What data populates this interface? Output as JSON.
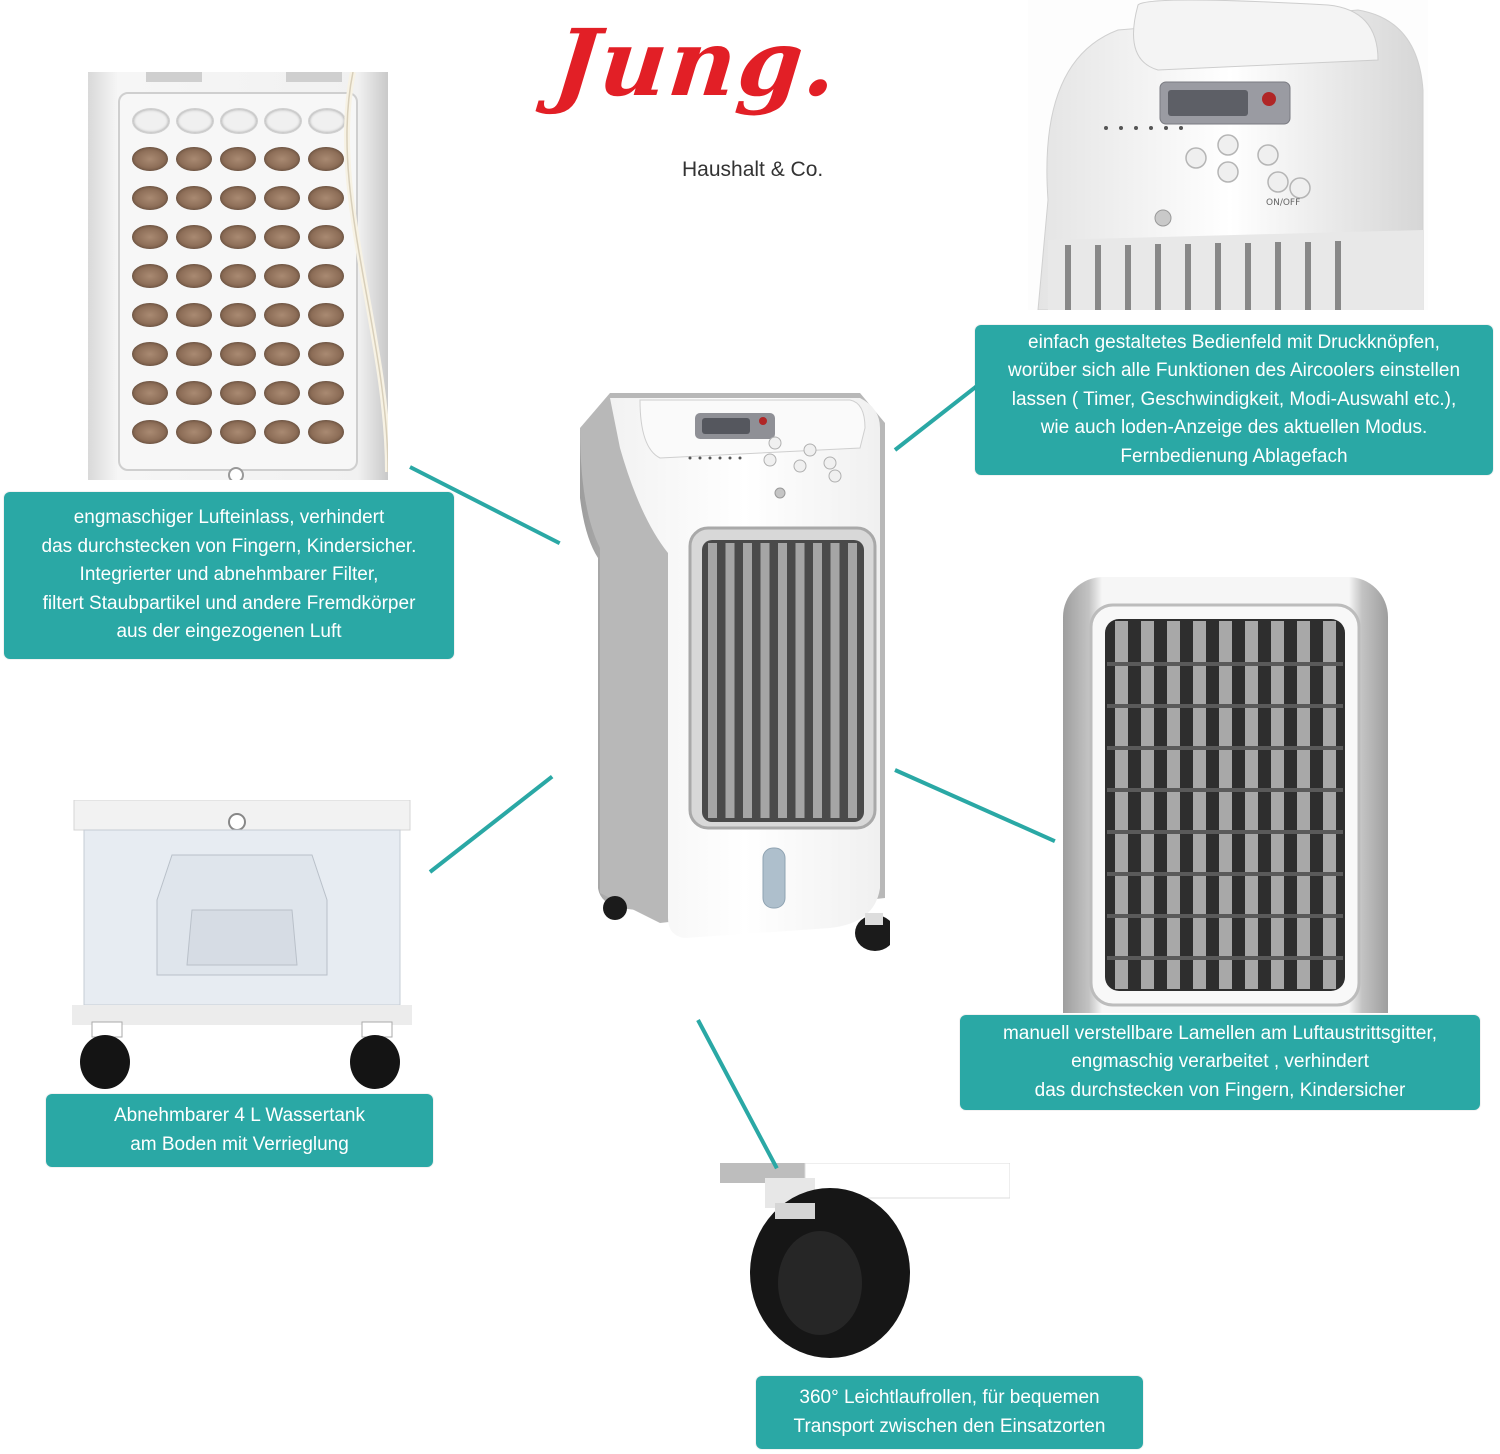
{
  "brand": {
    "logo_text": "Jung.",
    "tagline": "Haushalt & Co.",
    "logo_color": "#e21f26"
  },
  "accent_color": "#2aa8a5",
  "captions": {
    "filter": [
      "engmaschiger Lufteinlass, verhindert",
      "das durchstecken von Fingern, Kindersicher.",
      "Integrierter und abnehmbarer Filter,",
      "filtert Staubpartikel und andere Fremdkörper",
      "aus der eingezogenen Luft"
    ],
    "control": [
      "einfach gestaltetes Bedienfeld mit Druckknöpfen,",
      "worüber sich alle Funktionen des Aircoolers einstellen",
      "lassen ( Timer, Geschwindigkeit, Modi-Auswahl etc.),",
      "wie auch loden-Anzeige des aktuellen Modus.",
      "Fernbedienung Ablagefach"
    ],
    "louvers": [
      "manuell verstellbare Lamellen am Luftaustrittsgitter,",
      "engmaschig verarbeitet , verhindert",
      "das durchstecken von Fingern, Kindersicher"
    ],
    "tank": [
      "Abnehmbarer 4 L Wassertank",
      "am Boden mit Verrieglung"
    ],
    "wheels": [
      "360° Leichtlaufrollen, für bequemen",
      "Transport zwischen den Einsatzorten"
    ]
  },
  "panel_labels": {
    "button_on_off": "ON/OFF"
  }
}
